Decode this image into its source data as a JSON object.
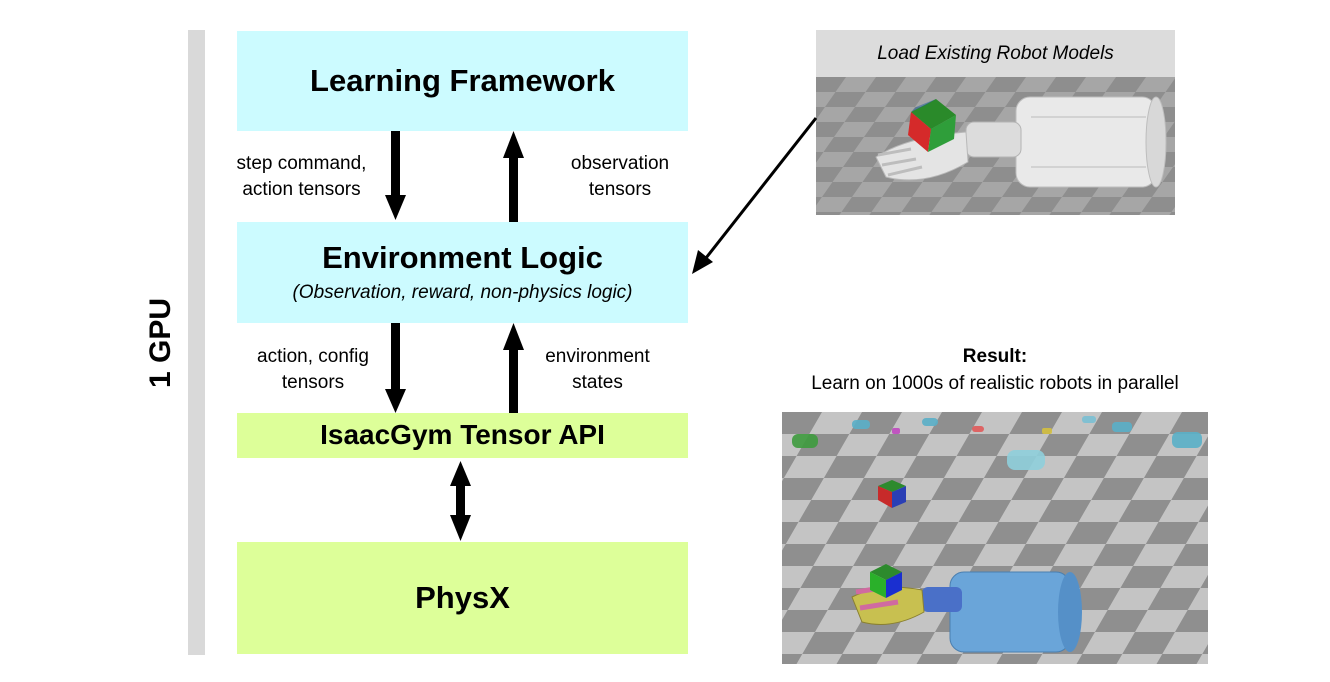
{
  "gpu": {
    "label": "1 GPU"
  },
  "blocks": {
    "learning_framework": "Learning Framework",
    "environment_logic": {
      "title": "Environment Logic",
      "subtitle": "(Observation, reward, non-physics logic)"
    },
    "tensor_api": "IsaacGym Tensor API",
    "physx": "PhysX"
  },
  "arrow_labels": {
    "down_top": [
      "step command,",
      "action tensors"
    ],
    "up_top": [
      "observation",
      "tensors"
    ],
    "down_bottom": [
      "action, config",
      "tensors"
    ],
    "up_bottom": [
      "environment",
      "states"
    ]
  },
  "robot_models_panel": {
    "caption": "Load Existing Robot Models"
  },
  "result": {
    "title": "Result:",
    "description": "Learn on 1000s of realistic robots in parallel"
  },
  "colors": {
    "cyan_block": "#ccfbff",
    "green_block": "#ddff99",
    "gpu_bar": "#d9d9d9"
  }
}
